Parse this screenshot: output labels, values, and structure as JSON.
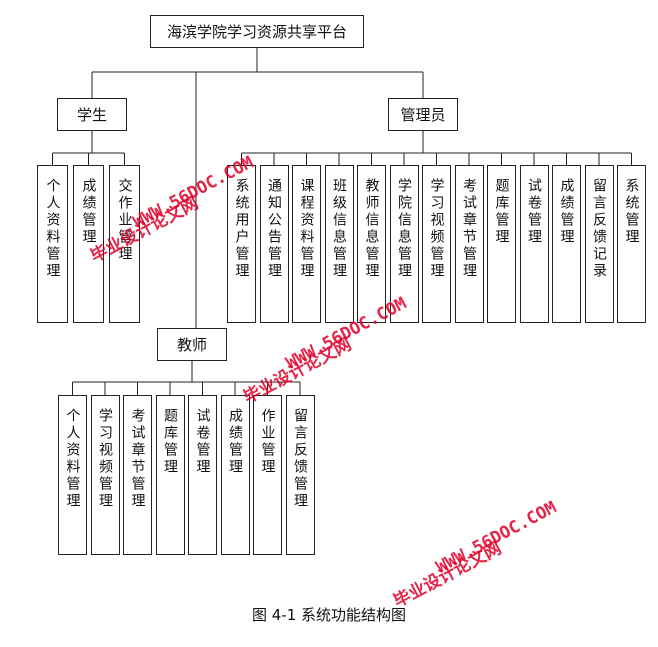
{
  "root": {
    "label": "海滨学院学习资源共享平台"
  },
  "student": {
    "label": "学生",
    "modules": [
      "个人资料管理",
      "成绩管理",
      "交作业管理"
    ]
  },
  "admin": {
    "label": "管理员",
    "modules": [
      "系统用户管理",
      "通知公告管理",
      "课程资料管理",
      "班级信息管理",
      "教师信息管理",
      "学院信息管理",
      "学习视频管理",
      "考试章节管理",
      "题库管理",
      "试卷管理",
      "成绩管理",
      "留言反馈记录",
      "系统管理"
    ]
  },
  "teacher": {
    "label": "教师",
    "modules": [
      "个人资料管理",
      "学习视频管理",
      "考试章节管理",
      "题库管理",
      "试卷管理",
      "成绩管理",
      "作业管理",
      "留言反馈管理"
    ]
  },
  "caption": "图 4-1  系统功能结构图",
  "watermarks": [
    {
      "url": "WWW.56DOC.COM",
      "label": "毕业设计论文网"
    },
    {
      "url": "WWW.56DOC.COM",
      "label": "毕业设计论文网"
    },
    {
      "url": "WWW.56DOC.COM",
      "label": "毕业设计论文网"
    }
  ],
  "colors": {
    "line": "#222222",
    "watermark": "#e0002a"
  }
}
